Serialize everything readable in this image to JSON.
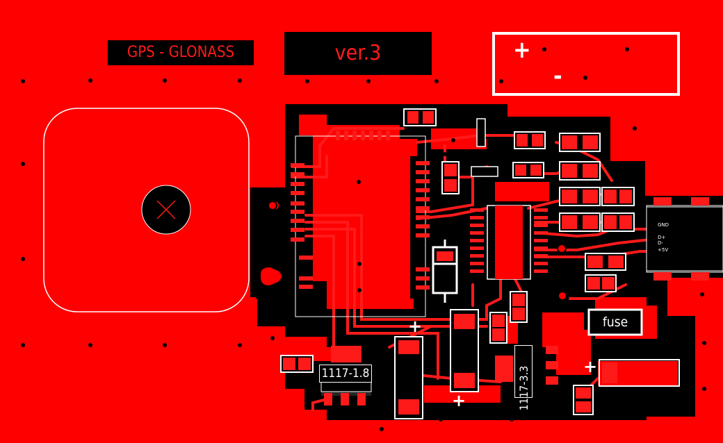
{
  "board": {
    "title": "GPS - GLONASS",
    "version": "ver.3",
    "battery_plus": "+",
    "battery_minus": "-",
    "fuse_label": "fuse",
    "regulator_18": "1117-1.8",
    "regulator_33": "1117-3.3",
    "usb_pins": [
      "GND",
      "D+",
      "D-",
      "+5V"
    ],
    "polarity_marks": [
      "+",
      "+",
      "+"
    ]
  },
  "colors": {
    "copper": "#ff0000",
    "ground_fill": "#000000",
    "silkscreen": "#ffffff",
    "trace": "#ff1a1a"
  }
}
